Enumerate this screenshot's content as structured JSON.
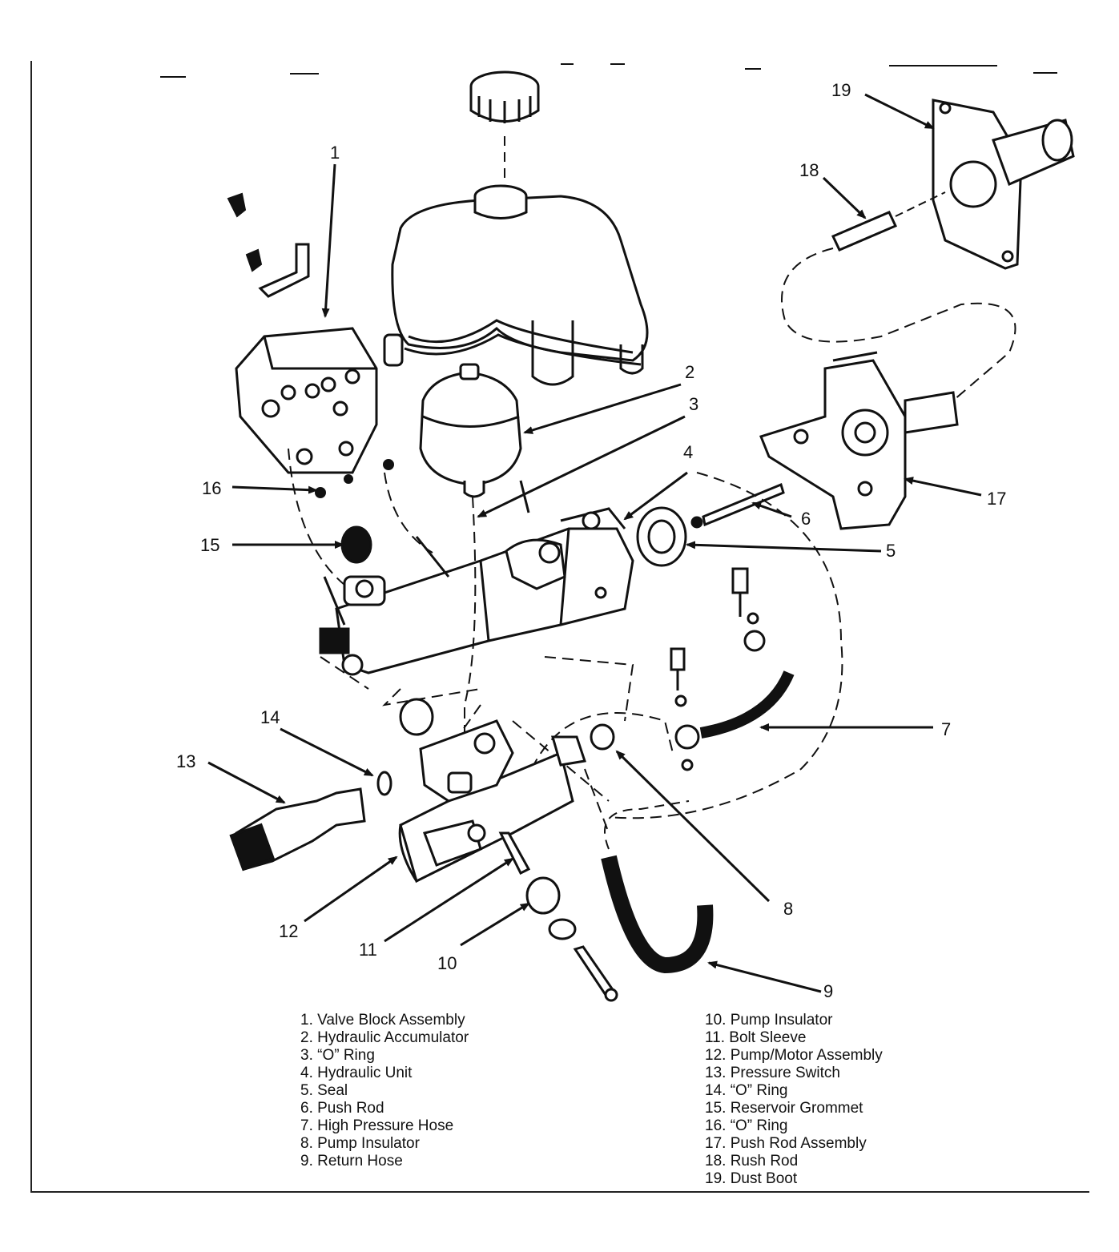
{
  "callouts": [
    "1",
    "2",
    "3",
    "4",
    "5",
    "6",
    "7",
    "8",
    "9",
    "10",
    "11",
    "12",
    "13",
    "14",
    "15",
    "16",
    "17",
    "18",
    "19"
  ],
  "legend_left": [
    "1. Valve Block Assembly",
    "2. Hydraulic Accumulator",
    "3. “O” Ring",
    "4. Hydraulic Unit",
    "5. Seal",
    "6. Push Rod",
    "7. High Pressure Hose",
    "8. Pump Insulator",
    "9. Return Hose"
  ],
  "legend_right": [
    "10. Pump Insulator",
    "11. Bolt Sleeve",
    "12. Pump/Motor Assembly",
    "13. Pressure Switch",
    "14. “O” Ring",
    "15. Reservoir Grommet",
    "16. “O” Ring",
    "17. Push Rod Assembly",
    "18. Rush Rod",
    "19. Dust Boot"
  ]
}
